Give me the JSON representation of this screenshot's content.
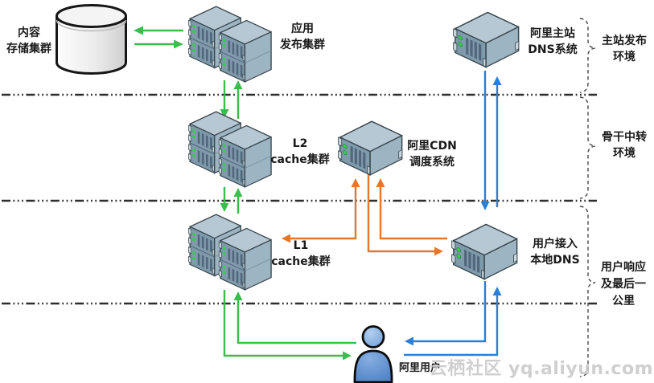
{
  "colors": {
    "green": "#3bbd4e",
    "orange": "#e8762a",
    "blue": "#2b7fd4",
    "separator": "#2e2e2e",
    "brace": "#4a4a4a",
    "text": "#1a1a1a",
    "watermark": "#c7c7c7"
  },
  "zones": [
    {
      "id": "main-site-publish",
      "label_lines": [
        "主站发布",
        "环境"
      ]
    },
    {
      "id": "backbone-transit",
      "label_lines": [
        "骨干中转",
        "环境"
      ]
    },
    {
      "id": "user-response",
      "label_lines": [
        "用户响应",
        "及最后一",
        "公里"
      ]
    }
  ],
  "nodes": {
    "content_storage": {
      "label_lines": [
        "内容",
        "存储集群"
      ],
      "icon": "database-icon"
    },
    "app_publish": {
      "label_lines": [
        "应用",
        "发布集群"
      ],
      "icon": "server-cluster-icon"
    },
    "main_dns": {
      "label_lines": [
        "阿里主站",
        "DNS系统"
      ],
      "icon": "server-icon"
    },
    "l2_cache": {
      "label_lines": [
        "L2",
        "cache集群"
      ],
      "icon": "server-cluster-icon"
    },
    "cdn_scheduler": {
      "label_lines": [
        "阿里CDN",
        "调度系统"
      ],
      "icon": "server-icon"
    },
    "l1_cache": {
      "label_lines": [
        "L1",
        "cache集群"
      ],
      "icon": "server-cluster-icon"
    },
    "local_dns": {
      "label_lines": [
        "用户接入",
        "本地DNS"
      ],
      "icon": "server-icon"
    },
    "user": {
      "label_lines": [
        "阿里用户"
      ],
      "icon": "person-icon"
    }
  },
  "edges": [
    {
      "from": "app_publish",
      "to": "content_storage",
      "color": "green"
    },
    {
      "from": "content_storage",
      "to": "app_publish",
      "color": "green"
    },
    {
      "from": "app_publish",
      "to": "l2_cache",
      "color": "green"
    },
    {
      "from": "l2_cache",
      "to": "app_publish",
      "color": "green"
    },
    {
      "from": "l2_cache",
      "to": "l1_cache",
      "color": "green"
    },
    {
      "from": "l1_cache",
      "to": "l2_cache",
      "color": "green"
    },
    {
      "from": "l1_cache",
      "to": "user",
      "color": "green"
    },
    {
      "from": "user",
      "to": "l1_cache",
      "color": "green"
    },
    {
      "from": "cdn_scheduler",
      "to": "l1_cache",
      "color": "orange",
      "bidirectional": true
    },
    {
      "from": "cdn_scheduler",
      "to": "local_dns",
      "color": "orange"
    },
    {
      "from": "local_dns",
      "to": "cdn_scheduler",
      "color": "orange"
    },
    {
      "from": "main_dns",
      "to": "local_dns",
      "color": "blue"
    },
    {
      "from": "local_dns",
      "to": "main_dns",
      "color": "blue"
    },
    {
      "from": "local_dns",
      "to": "user",
      "color": "blue"
    },
    {
      "from": "user",
      "to": "local_dns",
      "color": "blue"
    }
  ],
  "watermark": "云栖社区 yq.aliyun.com"
}
